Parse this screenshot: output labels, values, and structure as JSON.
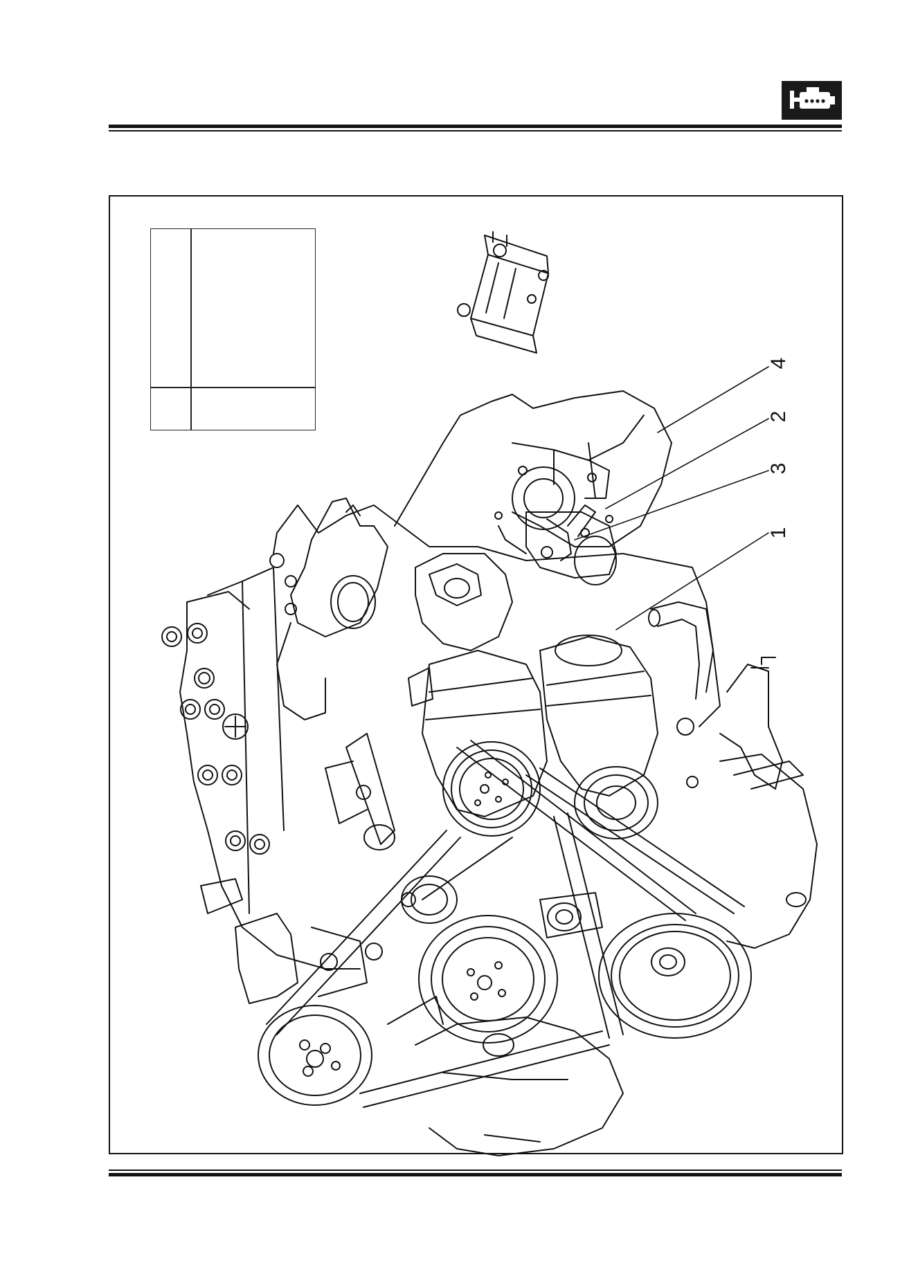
{
  "header": {
    "icon": "engine-icon"
  },
  "figure": {
    "spec_table": {
      "row1_col1": "",
      "row1_col2": "",
      "row2_col1": "",
      "row2_col2": ""
    },
    "callouts": [
      "4",
      "2",
      "3",
      "1"
    ]
  },
  "colors": {
    "ink": "#111111",
    "paper": "#ffffff"
  }
}
